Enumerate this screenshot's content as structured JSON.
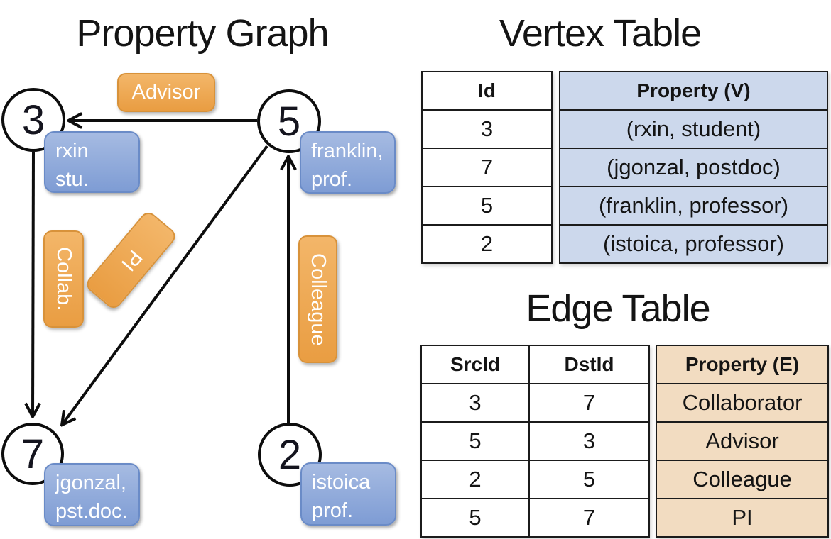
{
  "graph": {
    "title": "Property Graph",
    "vertices": [
      {
        "id": "3",
        "lines": [
          "rxin",
          "stu."
        ]
      },
      {
        "id": "5",
        "lines": [
          "franklin,",
          "prof."
        ]
      },
      {
        "id": "7",
        "lines": [
          "jgonzal,",
          "pst.doc."
        ]
      },
      {
        "id": "2",
        "lines": [
          "istoica",
          "prof."
        ]
      }
    ],
    "edges": [
      {
        "label": "Advisor",
        "src": "5",
        "dst": "3"
      },
      {
        "label": "Collab.",
        "src": "3",
        "dst": "7"
      },
      {
        "label": "PI",
        "src": "5",
        "dst": "7"
      },
      {
        "label": "Colleague",
        "src": "2",
        "dst": "5"
      }
    ]
  },
  "vertex_table": {
    "title": "Vertex Table",
    "columns": [
      "Id",
      "Property (V)"
    ],
    "rows": [
      [
        "3",
        "(rxin, student)"
      ],
      [
        "7",
        "(jgonzal, postdoc)"
      ],
      [
        "5",
        "(franklin, professor)"
      ],
      [
        "2",
        "(istoica, professor)"
      ]
    ]
  },
  "edge_table": {
    "title": "Edge Table",
    "columns": [
      "SrcId",
      "DstId",
      "Property (E)"
    ],
    "rows": [
      [
        "3",
        "7",
        "Collaborator"
      ],
      [
        "5",
        "3",
        "Advisor"
      ],
      [
        "2",
        "5",
        "Colleague"
      ],
      [
        "5",
        "7",
        "PI"
      ]
    ]
  },
  "colors": {
    "stroke": "#0d0d0d",
    "title_text": "#141414",
    "label_text": "#ffffff",
    "edge_label_top": "#F3B669",
    "edge_label_fill": "#E99D42",
    "edge_label_border": "#D8923A",
    "vertex_label_top": "#A6BBE2",
    "vertex_label_fill": "#7E9CD4",
    "vertex_label_border": "#6A8BC7",
    "vertex_table_fill": "#CCD8EC",
    "edge_table_fill": "#F2DCC1",
    "table_border": "#1B1B1B"
  }
}
